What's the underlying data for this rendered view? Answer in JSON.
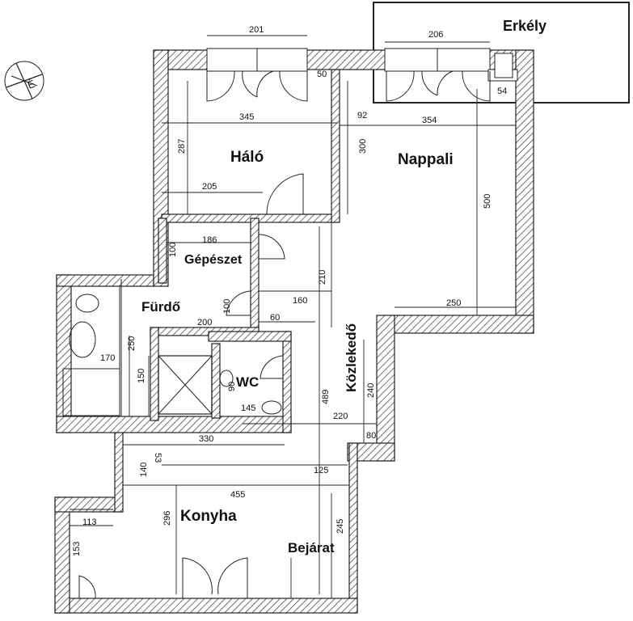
{
  "rooms": {
    "halo": "Háló",
    "nappali": "Nappali",
    "gepeszet": "Gépészet",
    "furdo": "Fürdő",
    "wc": "WC",
    "kozlekedo": "Közlekedő",
    "konyha": "Konyha",
    "bejarat": "Bejárat",
    "erkely": "Erkély"
  },
  "dimensions": {
    "d201": "201",
    "d206": "206",
    "d50": "50",
    "d54": "54",
    "d345": "345",
    "d92": "92",
    "d354": "354",
    "d287": "287",
    "d300": "300",
    "d205": "205",
    "d500": "500",
    "d186": "186",
    "d100a": "100",
    "d210": "210",
    "d100b": "100",
    "d160": "160",
    "d250a": "250",
    "d60": "60",
    "d200": "200",
    "d250b": "250",
    "d170": "170",
    "d150": "150",
    "d90": "90",
    "d145": "145",
    "d489": "489",
    "d240": "240",
    "d220": "220",
    "d80": "80",
    "d330": "330",
    "d53": "53",
    "d140": "140",
    "d125": "125",
    "d455": "455",
    "d113": "113",
    "d296": "296",
    "d245": "245",
    "d153": "153"
  },
  "compass": {
    "label": "É"
  }
}
